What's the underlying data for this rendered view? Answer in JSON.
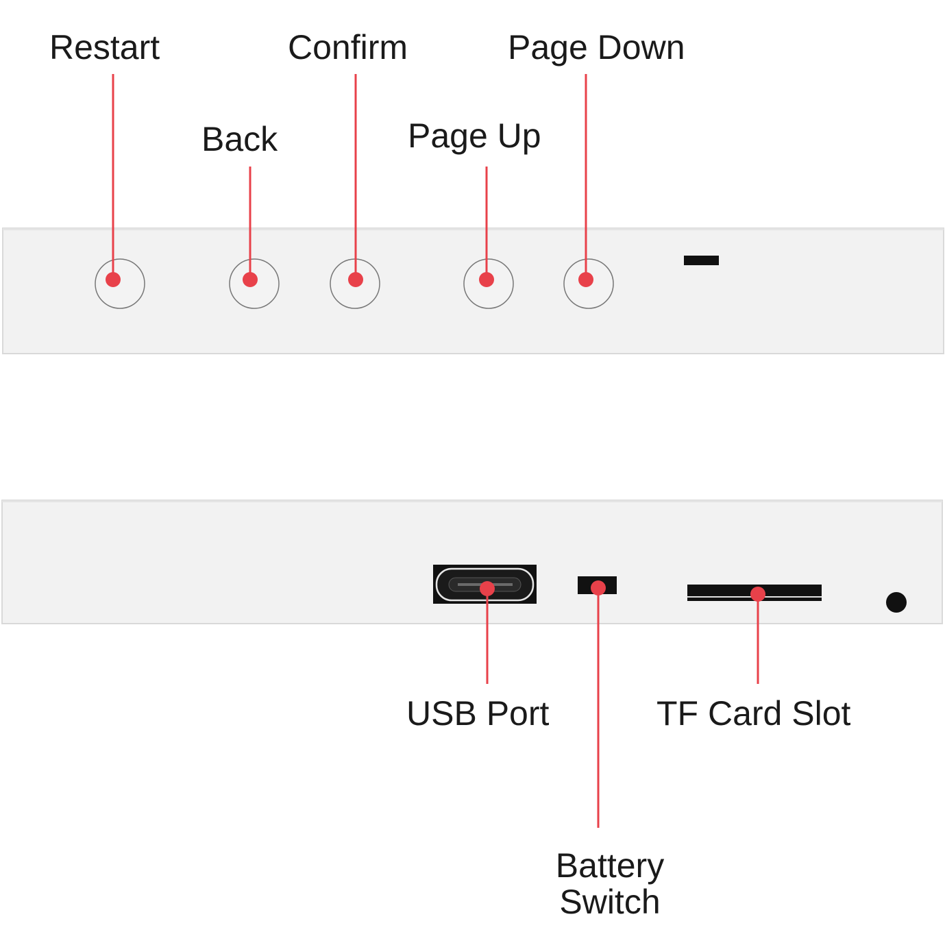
{
  "colors": {
    "accent": "#e8414a",
    "panel": "#f2f2f2",
    "panel_edge": "#d9d9d9",
    "label_text": "#1a1a1a",
    "port_black": "#111111"
  },
  "top_panel": {
    "controls": [
      {
        "id": "restart",
        "label": "Restart",
        "icon": "button-circle"
      },
      {
        "id": "back",
        "label": "Back",
        "icon": "button-circle"
      },
      {
        "id": "confirm",
        "label": "Confirm",
        "icon": "button-circle"
      },
      {
        "id": "page-up",
        "label": "Page Up",
        "icon": "button-circle"
      },
      {
        "id": "page-down",
        "label": "Page Down",
        "icon": "button-circle"
      }
    ]
  },
  "bottom_panel": {
    "ports": [
      {
        "id": "usb-port",
        "label": "USB Port",
        "icon": "usb-c-port"
      },
      {
        "id": "battery-switch",
        "label_line1": "Battery",
        "label_line2": "Switch",
        "icon": "switch-slot"
      },
      {
        "id": "tf-card-slot",
        "label": "TF Card Slot",
        "icon": "card-slot"
      }
    ]
  }
}
